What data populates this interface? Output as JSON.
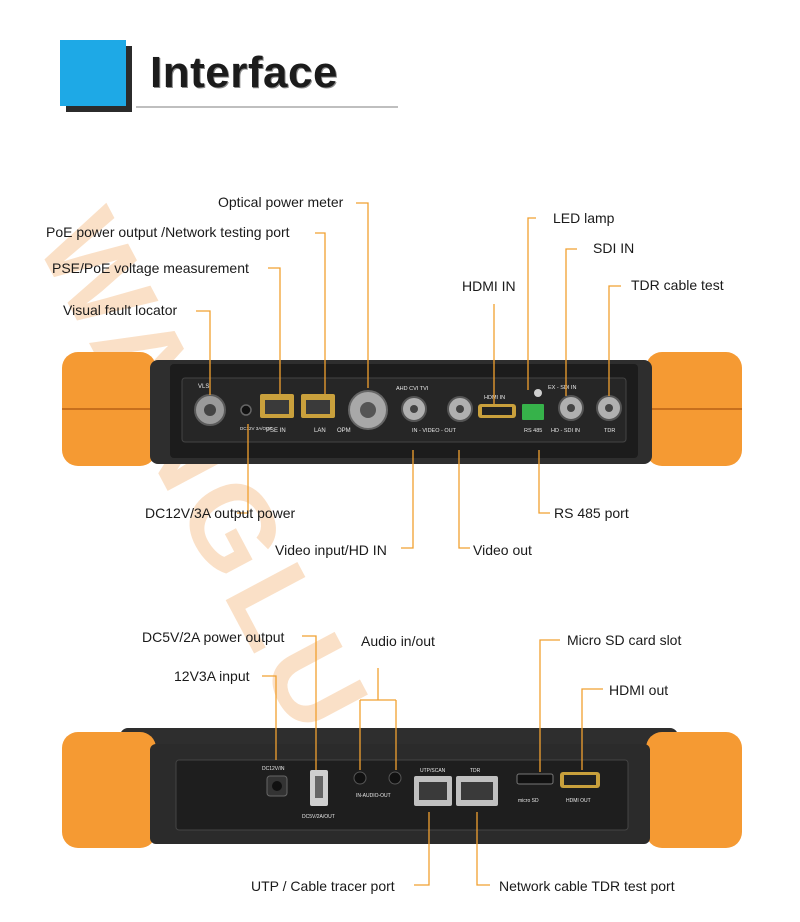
{
  "header": {
    "title": "Interface"
  },
  "watermark": "WANGLU",
  "top_panel": {
    "labels": {
      "optical_power_meter": "Optical power meter",
      "poe_output": "PoE power output /Network testing port",
      "pse_poe_voltage": "PSE/PoE voltage measurement",
      "visual_fault_locator": "Visual fault locator",
      "led_lamp": "LED lamp",
      "sdi_in": "SDI IN",
      "hdmi_in": "HDMI IN",
      "tdr_cable_test": "TDR cable test",
      "dc_output": "DC12V/3A output power",
      "rs485_port": "RS 485 port",
      "video_input": "Video input/HD IN",
      "video_out": "Video out"
    },
    "silkscreen": {
      "vls": "VLS",
      "pse_in": "PSE IN",
      "lan": "LAN",
      "opm": "OPM",
      "dc12v_out": "DC12V 3A/OUT",
      "ahd_cvi_tvi": "AHD  CVI  TVI",
      "in_video_out": "IN - VIDEO - OUT",
      "hdmi_in": "HDMI IN",
      "rs485": "RS 485",
      "ex_sdi_in": "EX - SDI IN",
      "hd_sdi_in": "HD - SDI IN",
      "tdr": "TDR"
    }
  },
  "bottom_panel": {
    "labels": {
      "dc5v_output": "DC5V/2A power output",
      "audio_in_out": "Audio in/out",
      "micro_sd_slot": "Micro SD card slot",
      "input_12v": "12V3A input",
      "hdmi_out": "HDMI out",
      "utp_port": "UTP / Cable tracer port",
      "tdr_port": "Network cable TDR test port"
    },
    "silkscreen": {
      "dc12v_in": "DC12V/IN",
      "dc5v_out": "DC5V/2A/OUT",
      "in_audio_out": "IN-AUDIO-OUT",
      "utp_scan": "UTP/SCAN",
      "tdr": "TDR",
      "micro_sd": "micro SD",
      "hdmi_out": "HDMI OUT"
    }
  },
  "colors": {
    "accent_blue": "#1ea9e6",
    "bumper_orange": "#f59a33",
    "device_dark": "#2a2a2a",
    "leader_orange": "#f0a030"
  }
}
